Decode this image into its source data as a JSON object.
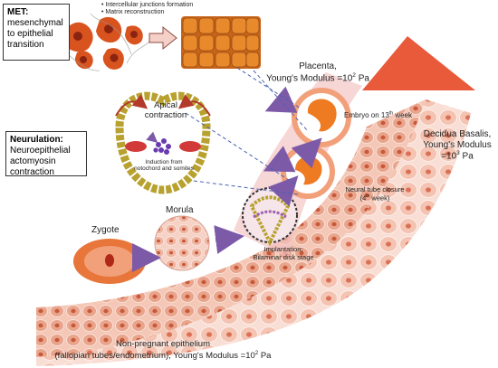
{
  "met_box": {
    "title": "MET:",
    "lines": [
      "mesenchymal",
      "to epithelial",
      "transition"
    ]
  },
  "met_bullets": [
    "• Intercellular junctions formation",
    "• Matrix reconstruction"
  ],
  "neurulation_box": {
    "title": "Neurulation:",
    "lines": [
      "Neuroepithelial",
      "actomyosin",
      "contraction"
    ]
  },
  "apical_label": [
    "Apical",
    "contraction"
  ],
  "induction_label": "Induction from notochord and somites",
  "placenta_label": [
    "Placenta,",
    "Young's Modulus =10",
    "2",
    " Pa"
  ],
  "embryo_label": [
    "Embryo on 13",
    "th",
    " week"
  ],
  "neural_tube_label": [
    "Neural tube closure",
    "(4",
    "th",
    " week)"
  ],
  "implantation_label": [
    "Implantation;",
    "Bilaminar disk stage"
  ],
  "decidua_label": [
    "Decidua Basalis,",
    "Young's Modulus",
    "=10",
    "3",
    " Pa"
  ],
  "morula_label": "Morula",
  "zygote_label": "Zygote",
  "epithelium_label": [
    "Non-pregnant epithelium",
    "(fallopian tubes/endometrium), Young's Modulus =10",
    "2",
    " Pa"
  ],
  "colors": {
    "cell_fill": "#e9a48c",
    "cell_nucleus": "#c8583a",
    "band_light": "#f6d2c6",
    "arrow_red": "#e85a3a",
    "arrow_purple": "#7d5aa8",
    "pink_path": "#f3c4c4",
    "orange_embryo": "#ee7a22",
    "gold": "#b8a12e",
    "dashed_blue": "#4a62b0"
  }
}
